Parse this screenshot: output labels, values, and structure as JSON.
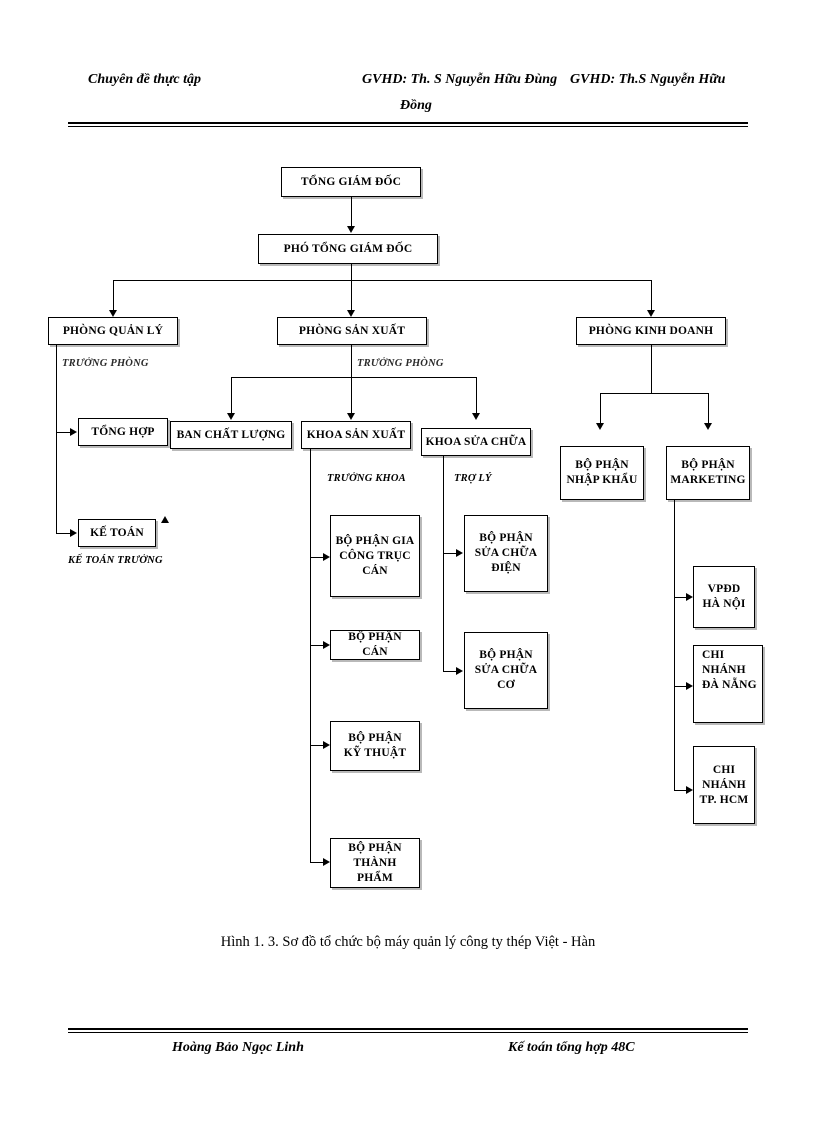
{
  "header": {
    "left": "Chuyên đề thực tập",
    "middle": "GVHD: Th. S Nguyễn Hữu Đùng",
    "middle_wrap": "Đồng",
    "right": "GVHD: Th.S Nguyễn Hữu"
  },
  "footer": {
    "left": "Hoàng Bảo Ngọc Linh",
    "right": "Kế toán tổng hợp 48C"
  },
  "caption": "Hình 1. 3. Sơ đồ tổ chức bộ máy quản lý công ty thép Việt - Hàn",
  "chart_data": {
    "type": "diagram",
    "title": "Hình 1. 3. Sơ đồ tổ chức bộ máy quản lý công ty thép Việt - Hàn",
    "nodes": [
      {
        "id": "ceo",
        "label": "TỔNG GIÁM ĐỐC"
      },
      {
        "id": "deputy_ceo",
        "label": "PHÓ TỔNG GIÁM ĐỐC"
      },
      {
        "id": "dept_mgmt",
        "label": "PHÒNG  QUẢN LÝ"
      },
      {
        "id": "dept_prod",
        "label": "PHÒNG  SẢN XUẤT"
      },
      {
        "id": "dept_sales",
        "label": "PHÒNG  KINH DOANH"
      },
      {
        "id": "general",
        "label": "TỔNG HỢP"
      },
      {
        "id": "accounting",
        "label": "KẾ TOÁN"
      },
      {
        "id": "quality",
        "label": "BAN CHẤT LƯỢNG"
      },
      {
        "id": "div_prod",
        "label": "KHOA SẢN XUẤT"
      },
      {
        "id": "div_repair",
        "label": "KHOA SỬA CHỮA"
      },
      {
        "id": "unit_roll",
        "label": "BỘ PHẬN GIA CÔNG TRỤC CÁN"
      },
      {
        "id": "unit_can",
        "label": "BỘ PHẬN CÁN"
      },
      {
        "id": "unit_tech",
        "label": "BỘ PHẬN KỸ THUẬT"
      },
      {
        "id": "unit_fin",
        "label": "BỘ PHẬN THÀNH PHẨM"
      },
      {
        "id": "unit_elec",
        "label": "BỘ PHẬN SỬA CHỮA ĐIỆN"
      },
      {
        "id": "unit_mech",
        "label": "BỘ PHẬN SỬA CHỮA CƠ"
      },
      {
        "id": "unit_import",
        "label": "BỘ PHẬN NHẬP KHẨU"
      },
      {
        "id": "unit_mkt",
        "label": "BỘ PHẬN MARKETING"
      },
      {
        "id": "office_hn",
        "label": "VPĐD HÀ NỘI"
      },
      {
        "id": "branch_dn",
        "label": "CHI NHÁNH ĐÀ NẴNG"
      },
      {
        "id": "branch_hcm",
        "label": "CHI NHÁNH TP. HCM"
      }
    ],
    "role_labels": [
      {
        "id": "role_mgmt",
        "label": "TRƯỞNG PHÒNG"
      },
      {
        "id": "role_prod",
        "label": "TRƯỞNG PHÒNG"
      },
      {
        "id": "role_acct",
        "label": "KẾ TOÁN TRƯỞNG"
      },
      {
        "id": "role_khoa",
        "label": "TRƯỞNG KHOA"
      },
      {
        "id": "role_troly",
        "label": "TRỢ LÝ"
      }
    ],
    "edges": [
      [
        "ceo",
        "deputy_ceo"
      ],
      [
        "deputy_ceo",
        "dept_mgmt"
      ],
      [
        "deputy_ceo",
        "dept_prod"
      ],
      [
        "deputy_ceo",
        "dept_sales"
      ],
      [
        "dept_mgmt",
        "general"
      ],
      [
        "dept_mgmt",
        "accounting"
      ],
      [
        "dept_prod",
        "quality"
      ],
      [
        "dept_prod",
        "div_prod"
      ],
      [
        "dept_prod",
        "div_repair"
      ],
      [
        "div_prod",
        "unit_roll"
      ],
      [
        "div_prod",
        "unit_can"
      ],
      [
        "div_prod",
        "unit_tech"
      ],
      [
        "div_prod",
        "unit_fin"
      ],
      [
        "div_repair",
        "unit_elec"
      ],
      [
        "div_repair",
        "unit_mech"
      ],
      [
        "dept_sales",
        "unit_import"
      ],
      [
        "dept_sales",
        "unit_mkt"
      ],
      [
        "unit_mkt",
        "office_hn"
      ],
      [
        "unit_mkt",
        "branch_dn"
      ],
      [
        "unit_mkt",
        "branch_hcm"
      ]
    ]
  },
  "boxes": {
    "ceo": "TỔNG GIÁM ĐỐC",
    "deputy_ceo": "PHÓ TỔNG GIÁM ĐỐC",
    "dept_mgmt": "PHÒNG  QUẢN LÝ",
    "dept_prod": "PHÒNG  SẢN XUẤT",
    "dept_sales": "PHÒNG  KINH DOANH",
    "general": "TỔNG HỢP",
    "accounting": "KẾ TOÁN",
    "quality": "BAN CHẤT LƯỢNG",
    "div_prod": "KHOA SẢN XUẤT",
    "div_repair": "KHOA SỬA CHỮA",
    "unit_roll_l1": "BỘ PHẬN GIA",
    "unit_roll_l2": "CÔNG TRỤC",
    "unit_roll_l3": "CÁN",
    "unit_can": "BỘ PHẬN CÁN",
    "unit_tech_l1": "BỘ PHẬN",
    "unit_tech_l2": "KỸ THUẬT",
    "unit_fin_l1": "BỘ PHẬN",
    "unit_fin_l2": "THÀNH  PHẨM",
    "unit_elec_l1": "BỘ PHẬN",
    "unit_elec_l2": "SỬA CHỮA",
    "unit_elec_l3": "ĐIỆN",
    "unit_mech_l1": "BỘ PHẬN",
    "unit_mech_l2": "SỬA CHỮA",
    "unit_mech_l3": "CƠ",
    "unit_import_l1": "BỘ PHẬN",
    "unit_import_l2": "NHẬP  KHẨU",
    "unit_mkt_l1": "BỘ PHẬN",
    "unit_mkt_l2": "MARKETING",
    "office_hn_l1": "VPĐD",
    "office_hn_l2": "HÀ NỘI",
    "branch_dn_l1": "CHI",
    "branch_dn_l2": "NHÁNH",
    "branch_dn_l3": "ĐÀ NẴNG",
    "branch_hcm_l1": "CHI",
    "branch_hcm_l2": "NHÁNH",
    "branch_hcm_l3": "TP. HCM"
  },
  "roles": {
    "mgmt": "TRƯỞNG PHÒNG",
    "prod": "TRƯỞNG PHÒNG",
    "accounting": "KẾ TOÁN TRƯỞNG",
    "khoa": "TRƯỞNG KHOA",
    "troly": "TRỢ LÝ"
  }
}
